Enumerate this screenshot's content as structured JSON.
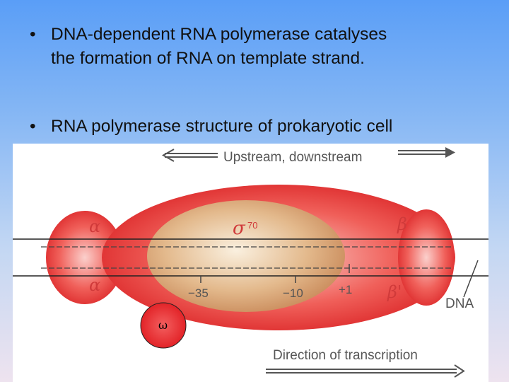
{
  "bullets": [
    {
      "marker": "•",
      "line1": "DNA-dependent RNA polymerase catalyses",
      "line2": "the  formation of RNA on template strand."
    },
    {
      "marker": "•",
      "line1": "RNA polymerase structure of prokaryotic cell"
    }
  ],
  "diagram": {
    "top_label": "Upstream, downstream",
    "alpha_top": "α",
    "alpha_bottom": "α",
    "sigma_symbol": "σ",
    "sigma_number": "70",
    "beta": "β",
    "beta_prime": "β'",
    "minus35": "−35",
    "minus10": "−10",
    "plus1": "+1",
    "dna": "DNA",
    "omega": "ω",
    "bottom_label": "Direction of transcription"
  },
  "colors": {
    "enzyme_red": "#e83a3a",
    "sigma_tan": "#d9a574",
    "omega_red": "#e8262b",
    "text_gray": "#555555"
  }
}
